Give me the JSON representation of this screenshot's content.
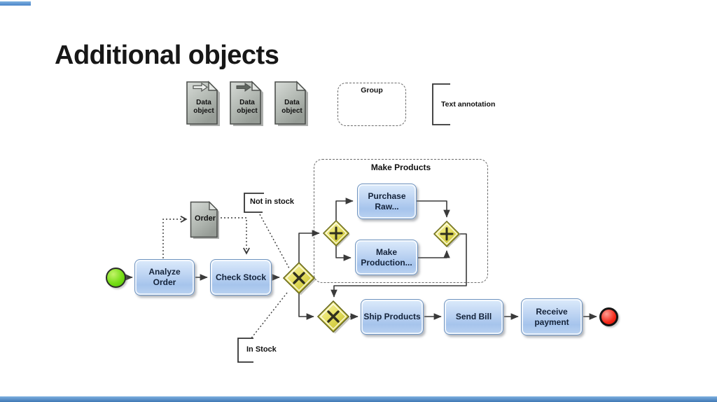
{
  "slide": {
    "title": "Additional objects"
  },
  "legend": {
    "data_objects": [
      {
        "label": "Data object",
        "arrow": "outline"
      },
      {
        "label": "Data object",
        "arrow": "solid"
      },
      {
        "label": "Data object",
        "arrow": "none"
      }
    ],
    "group_label": "Group",
    "text_annotation_label": "Text annotation"
  },
  "diagram": {
    "tasks": {
      "analyze_order": "Analyze Order",
      "check_stock": "Check Stock",
      "purchase_raw": "Purchase Raw...",
      "make_production": "Make Production...",
      "ship_products": "Ship Products",
      "send_bill": "Send Bill",
      "receive_payment": "Receive payment"
    },
    "data_object_label": "Order",
    "group_label": "Make Products",
    "annotations": {
      "not_in_stock": "Not in stock",
      "in_stock": "In Stock"
    },
    "gateways": [
      "exclusive-split",
      "parallel-split",
      "parallel-join",
      "exclusive-merge"
    ],
    "events": {
      "start": "green-start-event",
      "end": "red-end-event"
    }
  },
  "icons": {
    "data_object": "document-with-folded-corner",
    "exclusive_gateway": "x-diamond",
    "parallel_gateway": "plus-diamond",
    "start_event": "green-circle",
    "end_event": "red-circle"
  },
  "colors": {
    "task_fill": "#aac6ee",
    "task_border": "#6e93bf",
    "gateway_fill": "#e3dc52",
    "start_event": "#6ede18",
    "end_event": "#ee2211",
    "connector": "#3a3a3a",
    "accent_bar": "#4a84c8"
  }
}
